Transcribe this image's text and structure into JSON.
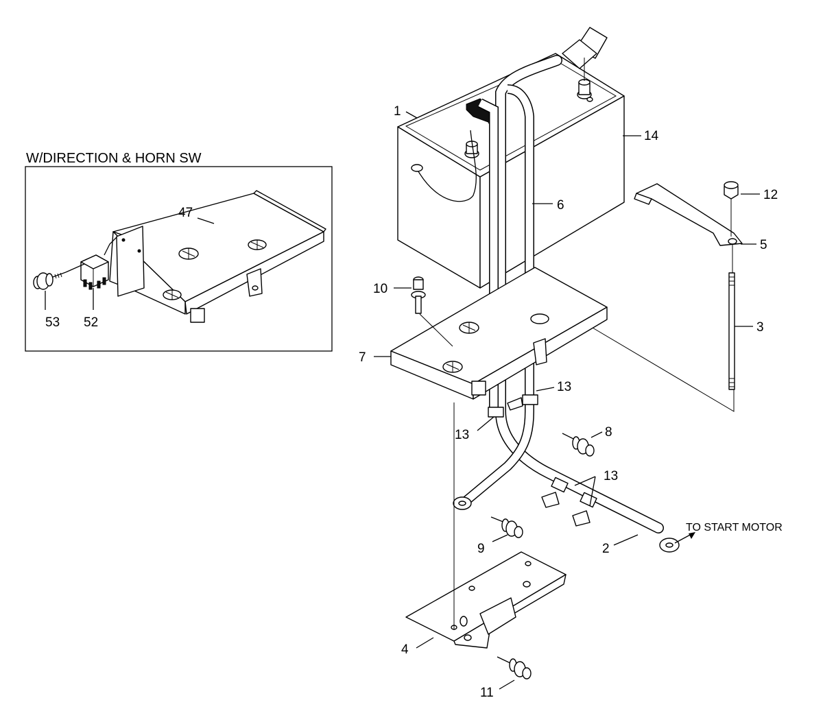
{
  "inset": {
    "title": "W/DIRECTION & HORN SW"
  },
  "callouts": {
    "battery": "1",
    "cable_start_motor": "2",
    "rod": "3",
    "bottom_bracket": "4",
    "clamp": "5",
    "cable_positive": "6",
    "tray": "7",
    "bolt_8": "8",
    "bolt_9": "9",
    "bolt_10": "10",
    "bolt_11": "11",
    "nut": "12",
    "clip_a": "13",
    "clip_b": "13",
    "clip_c": "13",
    "battery_14": "14",
    "inset_tray": "47",
    "relay": "52",
    "screw": "53"
  },
  "notes": {
    "to_start_motor": "TO START MOTOR"
  }
}
